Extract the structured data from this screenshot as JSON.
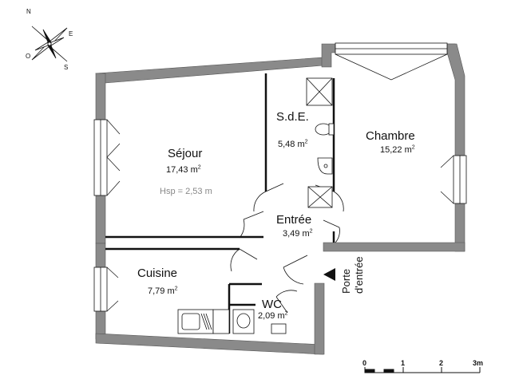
{
  "compass": {
    "n": "N",
    "e": "E",
    "s": "S",
    "o": "O"
  },
  "rooms": {
    "sejour": {
      "name": "Séjour",
      "area": "17,43 m",
      "area_sup": "2",
      "hsp": "Hsp = 2,53 m"
    },
    "sde": {
      "name": "S.d.E.",
      "area": "5,48 m",
      "area_sup": "2"
    },
    "chambre": {
      "name": "Chambre",
      "area": "15,22 m",
      "area_sup": "2"
    },
    "entree": {
      "name": "Entrée",
      "area": "3,49 m",
      "area_sup": "2"
    },
    "cuisine": {
      "name": "Cuisine",
      "area": "7,79 m",
      "area_sup": "2"
    },
    "wc": {
      "name": "WC",
      "area": "2,09 m",
      "area_sup": "2"
    }
  },
  "entry_label": {
    "line1": "Porte",
    "line2": "d'entrée"
  },
  "scale": {
    "t0": "0",
    "t1": "1",
    "t2": "2",
    "t3": "3m"
  },
  "colors": {
    "wall": "#8a8a8a",
    "wall_stroke": "#555555",
    "line": "#111111"
  }
}
